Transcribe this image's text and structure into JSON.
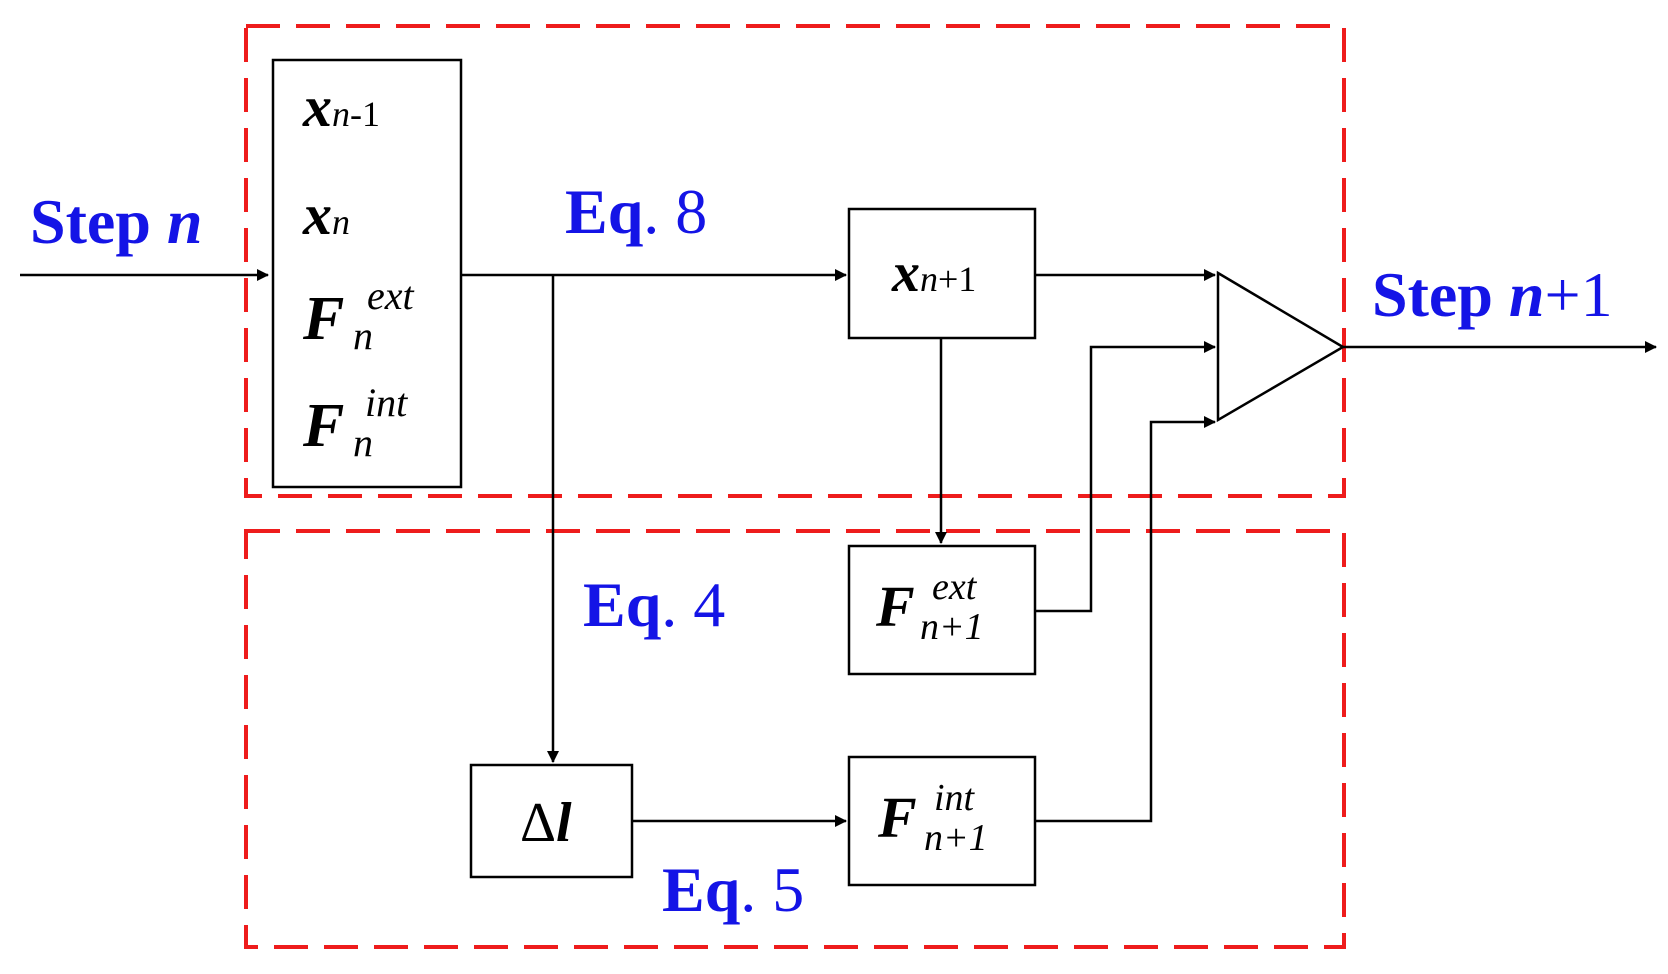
{
  "labels": {
    "step_in": {
      "word": "Step",
      "var": "n"
    },
    "step_out": {
      "word": "Step",
      "var": "n",
      "suffix": "+1"
    },
    "eq8": {
      "word": "Eq",
      "num": ". 8"
    },
    "eq4": {
      "word": "Eq",
      "num": ". 4"
    },
    "eq5": {
      "word": "Eq",
      "num": ". 5"
    }
  },
  "state_block": {
    "x_prev": {
      "sym": "x",
      "sub_var": "n",
      "sub_txt": "-1"
    },
    "x_cur": {
      "sym": "x",
      "sub_var": "n"
    },
    "f_ext": {
      "sym": "F",
      "sub": "n",
      "sup": "ext"
    },
    "f_int": {
      "sym": "F",
      "sub": "n",
      "sup": "int"
    }
  },
  "blocks": {
    "x_next": {
      "sym": "x",
      "sub_var": "n",
      "sub_txt": "+1"
    },
    "f_ext_next": {
      "sym": "F",
      "sub": "n+1",
      "sup": "ext"
    },
    "f_int_next": {
      "sym": "F",
      "sub": "n+1",
      "sup": "int"
    },
    "delta_l": {
      "delta": "Δ",
      "sym": "l"
    }
  },
  "colors": {
    "label_blue": "#1414e6",
    "region_red": "#ee1c1c",
    "line": "#000000"
  }
}
